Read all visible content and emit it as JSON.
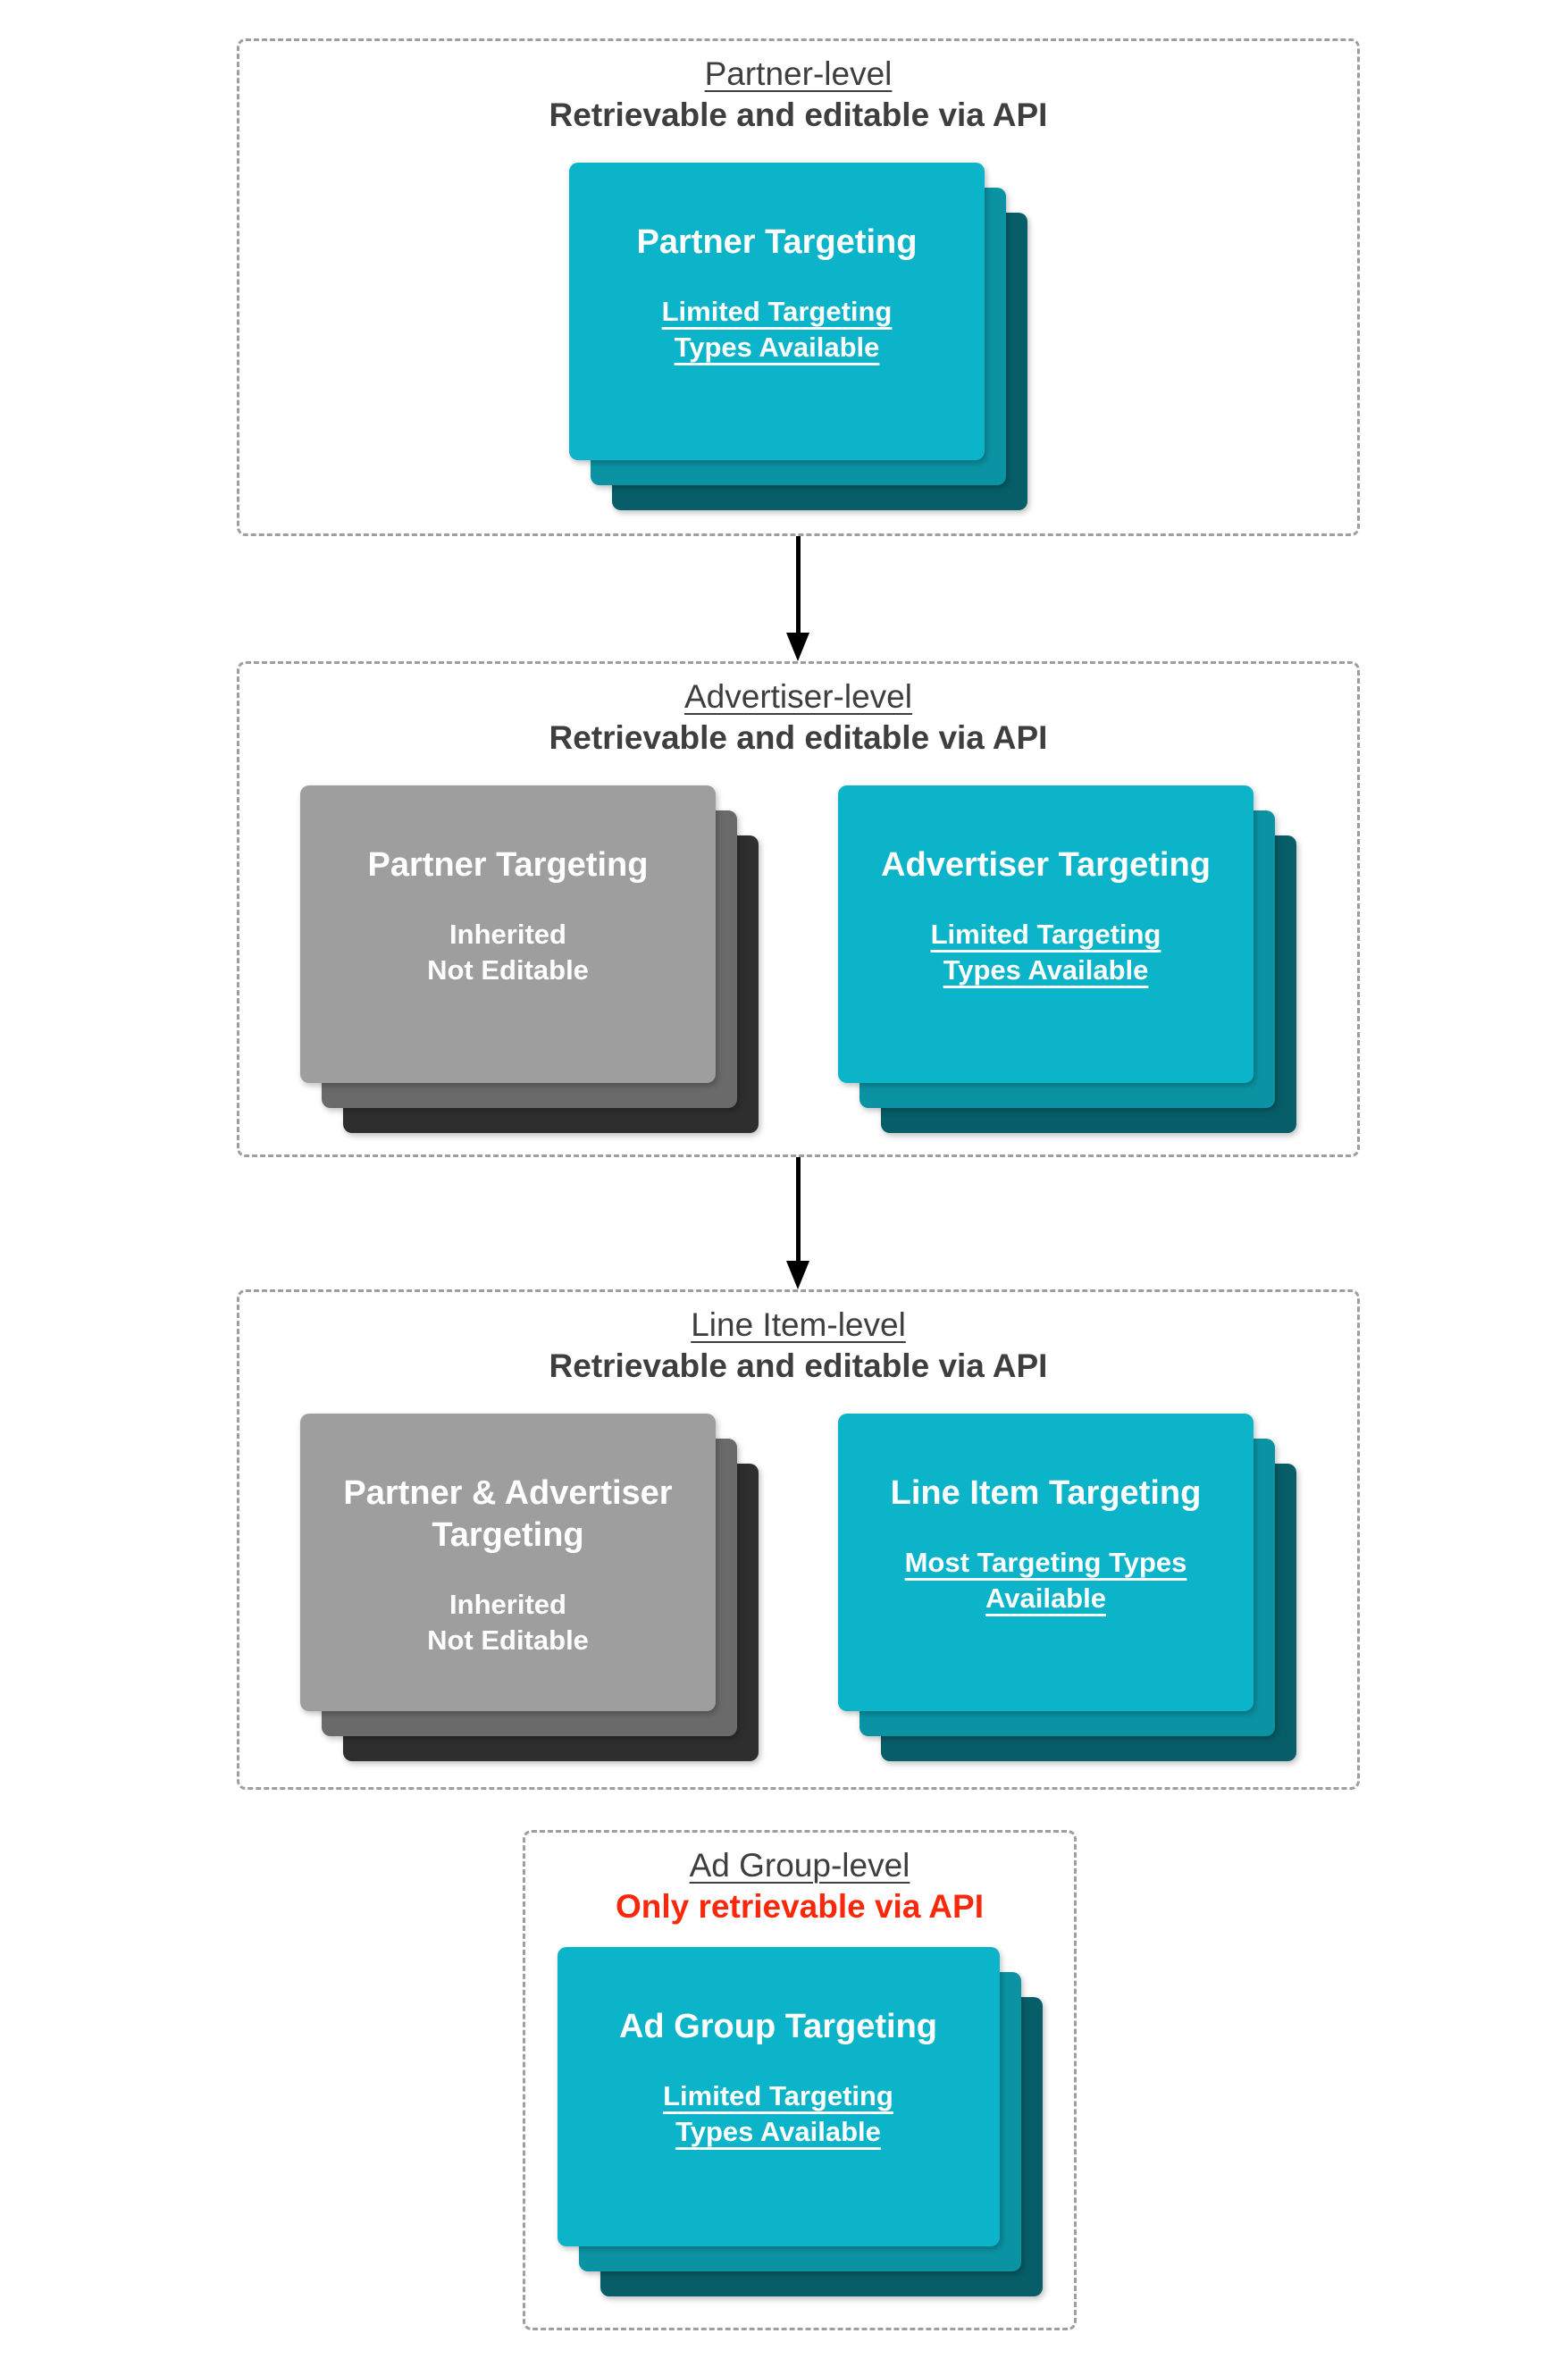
{
  "colors": {
    "background": "#ffffff",
    "card_cyan_front": "#0cb4c9",
    "card_cyan_mid": "#0b93a4",
    "card_cyan_back": "#075e68",
    "card_gray_front": "#9e9e9e",
    "card_gray_mid": "#6a6a6a",
    "card_gray_back": "#2e2e2e",
    "heading_text": "#3e3e3e",
    "warning_red": "#f7280c",
    "card_text": "#ffffff",
    "dashed_border": "#9e9e9e",
    "arrow": "#000000"
  },
  "sections": [
    {
      "id": "partner-level",
      "title": "Partner-level",
      "subtitle": "Retrievable and editable via API",
      "cards": [
        {
          "variant": "cyan",
          "title": "Partner Targeting",
          "body": "Limited Targeting Types Available"
        }
      ]
    },
    {
      "id": "advertiser-level",
      "title": "Advertiser-level",
      "subtitle": "Retrievable and editable via API",
      "cards": [
        {
          "variant": "gray",
          "title": "Partner Targeting",
          "body": "Inherited\nNot Editable"
        },
        {
          "variant": "cyan",
          "title": "Advertiser Targeting",
          "body": "Limited Targeting Types Available"
        }
      ]
    },
    {
      "id": "line-item-level",
      "title": "Line Item-level",
      "subtitle": "Retrievable and editable via API",
      "cards": [
        {
          "variant": "gray",
          "title": "Partner & Advertiser Targeting",
          "body": "Inherited\nNot Editable"
        },
        {
          "variant": "cyan",
          "title": "Line Item Targeting",
          "body": "Most Targeting Types Available"
        }
      ]
    },
    {
      "id": "ad-group-level",
      "title": "Ad Group-level",
      "subtitle": "Only retrievable via API",
      "cards": [
        {
          "variant": "cyan",
          "title": "Ad Group Targeting",
          "body": "Limited Targeting Types Available"
        }
      ]
    }
  ],
  "arrows": [
    {
      "from": "partner-level",
      "to": "advertiser-level",
      "direction": "down"
    },
    {
      "from": "advertiser-level",
      "to": "line-item-level",
      "direction": "down"
    }
  ]
}
